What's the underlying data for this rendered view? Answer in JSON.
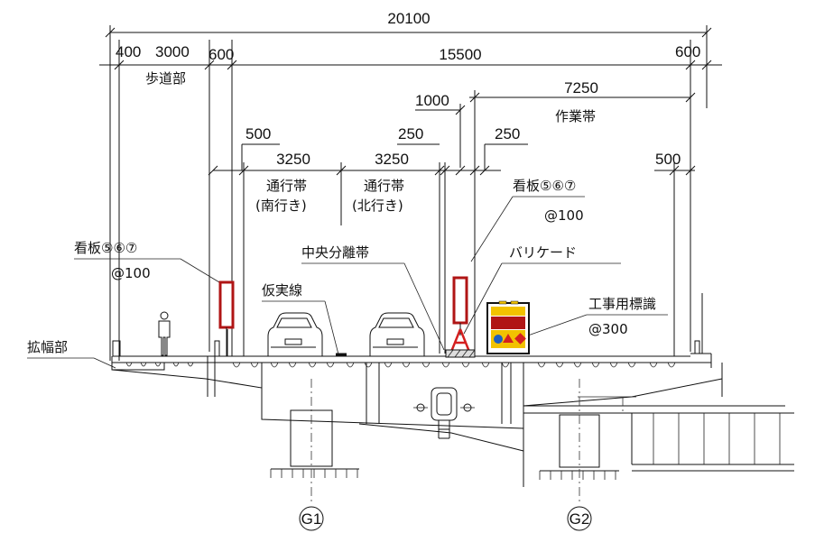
{
  "dimensions": {
    "total": "20100",
    "d400": "400",
    "d3000": "3000",
    "d600_left": "600",
    "d15500": "15500",
    "d600_right": "600",
    "d1000": "1000",
    "d7250": "7250",
    "d500_left": "500",
    "d3250_south": "3250",
    "d3250_north": "3250",
    "d250_a": "250",
    "d250_b": "250",
    "d500_right": "500"
  },
  "labels": {
    "sidewalk": "歩道部",
    "work_zone": "作業帯",
    "lane_south_1": "通行帯",
    "lane_south_2": "(南行き)",
    "lane_north_1": "通行帯",
    "lane_north_2": "(北行き)",
    "sign_right": "看板⑤⑥⑦",
    "sign_right_pitch": "@100",
    "sign_left": "看板⑤⑥⑦",
    "sign_left_pitch": "@100",
    "median": "中央分離帯",
    "barricade": "バリケード",
    "temp_line": "仮実線",
    "construction_sign": "工事用標識",
    "construction_sign_pitch": "@300",
    "widening": "拡幅部",
    "girder_1": "G1",
    "girder_2": "G2"
  },
  "colors": {
    "line": "#111111",
    "sign_red": "#b01515",
    "barricade_red": "#d42020",
    "board_yellow": "#f2c200",
    "board_blue": "#1f5fbf"
  }
}
